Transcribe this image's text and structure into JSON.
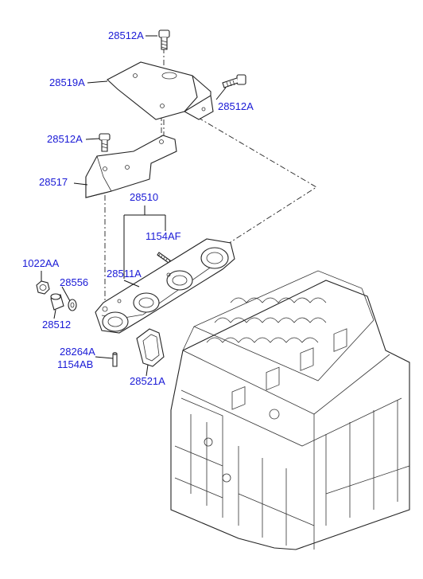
{
  "diagram": {
    "label_color": "#1a1ad6",
    "labels": {
      "p28512A_top": "28512A",
      "p28519A": "28519A",
      "p28512A_right": "28512A",
      "p28512A_left": "28512A",
      "p28517": "28517",
      "p28510": "28510",
      "p1154AF": "1154AF",
      "p28511A": "28511A",
      "p1022AA": "1022AA",
      "p28556": "28556",
      "p28512": "28512",
      "p28264A": "28264A",
      "p1154AB": "1154AB",
      "p28521A": "28521A"
    }
  }
}
